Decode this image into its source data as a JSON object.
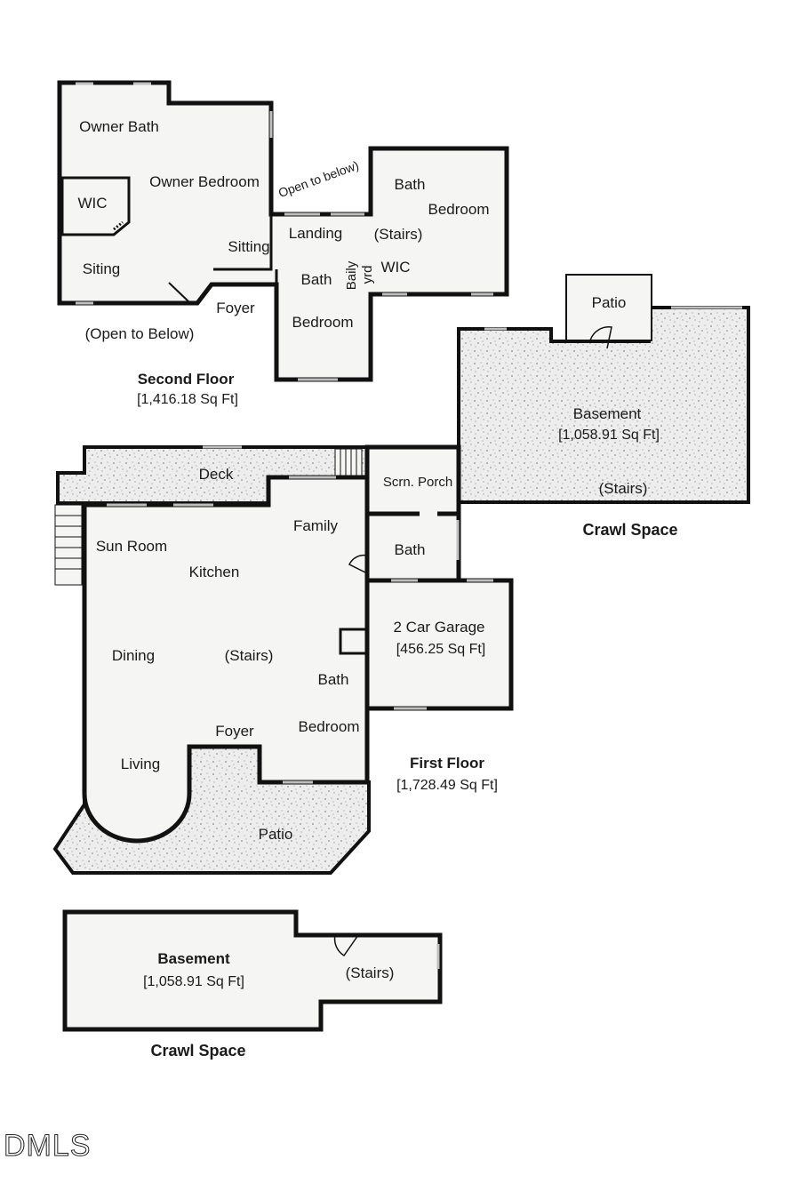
{
  "second_floor": {
    "rooms": {
      "owner_bath": "Owner Bath",
      "owner_bedroom": "Owner Bedroom",
      "wic_left": "WIC",
      "siting": "Siting",
      "sitting": "Sitting",
      "foyer": "Foyer",
      "open_to_below_left": "(Open to Below)",
      "open_to_below_angled": "Open to below)",
      "landing": "Landing",
      "bath_center": "Bath",
      "bedroom_center": "Bedroom",
      "baily": "Baily",
      "yrd": "yrd",
      "wic_right": "WIC",
      "bath_right": "Bath",
      "bedroom_right": "Bedroom",
      "stairs": "(Stairs)"
    },
    "title": "Second Floor",
    "area": "[1,416.18 Sq Ft]"
  },
  "basement_right": {
    "patio": "Patio",
    "title": "Basement",
    "area": "[1,058.91 Sq Ft]",
    "stairs": "(Stairs)",
    "caption": "Crawl Space"
  },
  "first_floor": {
    "rooms": {
      "deck": "Deck",
      "scrn_porch": "Scrn. Porch",
      "family": "Family",
      "sun_room": "Sun Room",
      "kitchen": "Kitchen",
      "bath_right": "Bath",
      "garage": "2 Car Garage",
      "garage_area": "[456.25 Sq Ft]",
      "dining": "Dining",
      "stairs": "(Stairs)",
      "bath_center": "Bath",
      "foyer": "Foyer",
      "bedroom": "Bedroom",
      "living": "Living",
      "patio": "Patio"
    },
    "title": "First Floor",
    "area": "[1,728.49 Sq Ft]"
  },
  "basement_bottom": {
    "title": "Basement",
    "area": "[1,058.91 Sq Ft]",
    "stairs": "(Stairs)",
    "caption": "Crawl Space"
  },
  "logo": "DMLS"
}
